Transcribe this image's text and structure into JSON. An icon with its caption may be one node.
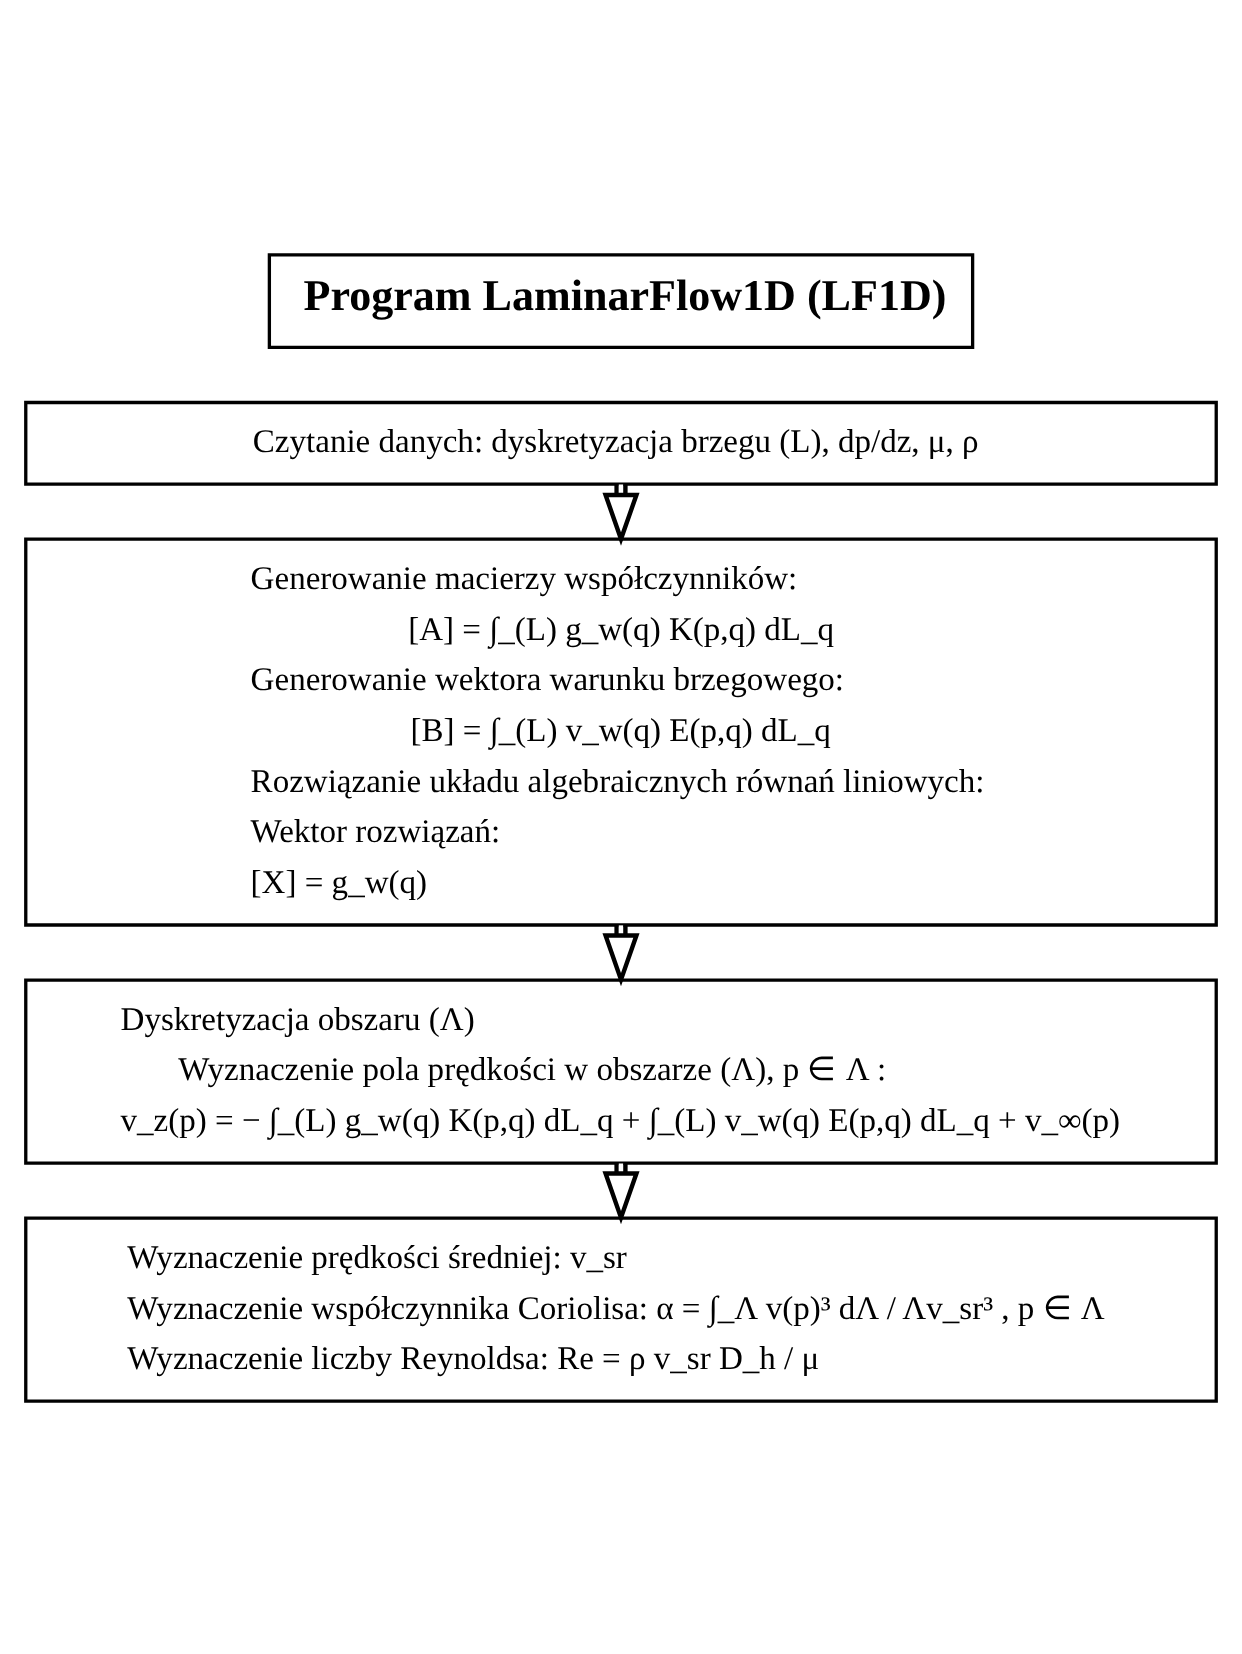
{
  "diagram": {
    "nodes": [
      {
        "text": [
          "Program LaminarFlow1D (LF1D)"
        ]
      },
      {
        "text": [
          "Czytanie danych: dyskretyzacja brzegu (L), dp/dz, μ, ρ"
        ]
      },
      {
        "text": [
          "Generowanie macierzy współczynników:",
          "[A] = ∫_(L) g_w(q) K(p,q) dL_q",
          "Generowanie wektora warunku brzegowego:",
          "[B] = ∫_(L) v_w(q) E(p,q) dL_q",
          "Rozwiązanie układu algebraicznych równań liniowych:",
          "Wektor rozwiązań:",
          "[X] = g_w(q)"
        ]
      },
      {
        "text": [
          "Dyskretyzacja obszaru (Λ)",
          "Wyznaczenie pola prędkości w obszarze (Λ), p ∈ Λ :",
          "v_z(p) = − ∫_(L) g_w(q) K(p,q) dL_q + ∫_(L) v_w(q) E(p,q) dL_q + v_∞(p)"
        ]
      },
      {
        "text": [
          "Wyznaczenie prędkości średniej: v_sr",
          "Wyznaczenie współczynnika Coriolisa: α = ∫_Λ v(p)³ dΛ / Λv_sr³ , p ∈ Λ",
          "Wyznaczenie liczby Reynoldsa: Re = ρ v_sr D_h / μ"
        ]
      }
    ],
    "edges": [
      {
        "from": 1,
        "to": 2,
        "arrow": "to"
      },
      {
        "from": 2,
        "to": 3,
        "arrow": "to"
      },
      {
        "from": 3,
        "to": 4,
        "arrow": "to"
      }
    ]
  }
}
